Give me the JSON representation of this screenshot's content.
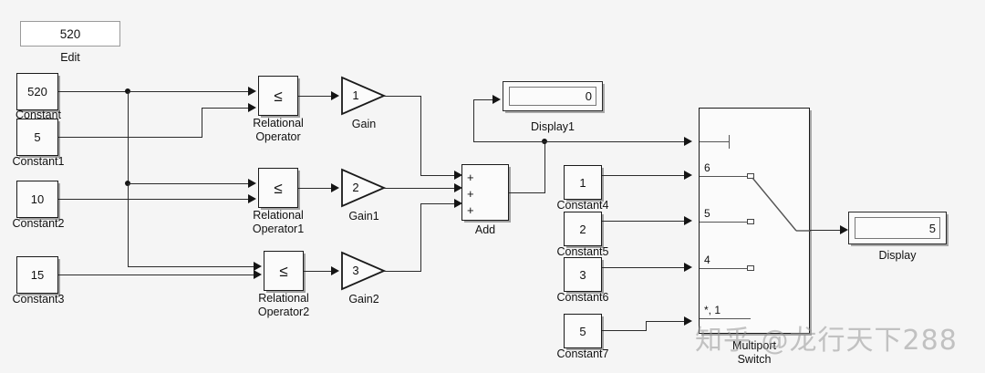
{
  "diagram": {
    "title": "Simulink Block Diagram",
    "background_color": "#f5f5f5",
    "line_color": "#2b2b2b"
  },
  "edit_box": {
    "value": "520",
    "label": "Edit"
  },
  "constants": [
    {
      "value": "520",
      "label": "Constant"
    },
    {
      "value": "5",
      "label": "Constant1"
    },
    {
      "value": "10",
      "label": "Constant2"
    },
    {
      "value": "15",
      "label": "Constant3"
    },
    {
      "value": "1",
      "label": "Constant4"
    },
    {
      "value": "2",
      "label": "Constant5"
    },
    {
      "value": "3",
      "label": "Constant6"
    },
    {
      "value": "5",
      "label": "Constant7"
    }
  ],
  "relational_operators": [
    {
      "operator": "≤",
      "label": "Relational\nOperator"
    },
    {
      "operator": "≤",
      "label": "Relational\nOperator1"
    },
    {
      "operator": "≤",
      "label": "Relational\nOperator2"
    }
  ],
  "gains": [
    {
      "value": "1",
      "label": "Gain"
    },
    {
      "value": "2",
      "label": "Gain1"
    },
    {
      "value": "3",
      "label": "Gain2"
    }
  ],
  "add_block": {
    "label": "Add",
    "ports": [
      "+",
      "+",
      "+"
    ]
  },
  "displays": [
    {
      "value": "0",
      "label": "Display1"
    },
    {
      "value": "5",
      "label": "Display"
    }
  ],
  "multiport_switch": {
    "label": "Multiport\nSwitch",
    "port_labels": [
      "6",
      "5",
      "4",
      "*, 1"
    ]
  },
  "watermark": {
    "text": "知乎 @龙行天下288"
  }
}
